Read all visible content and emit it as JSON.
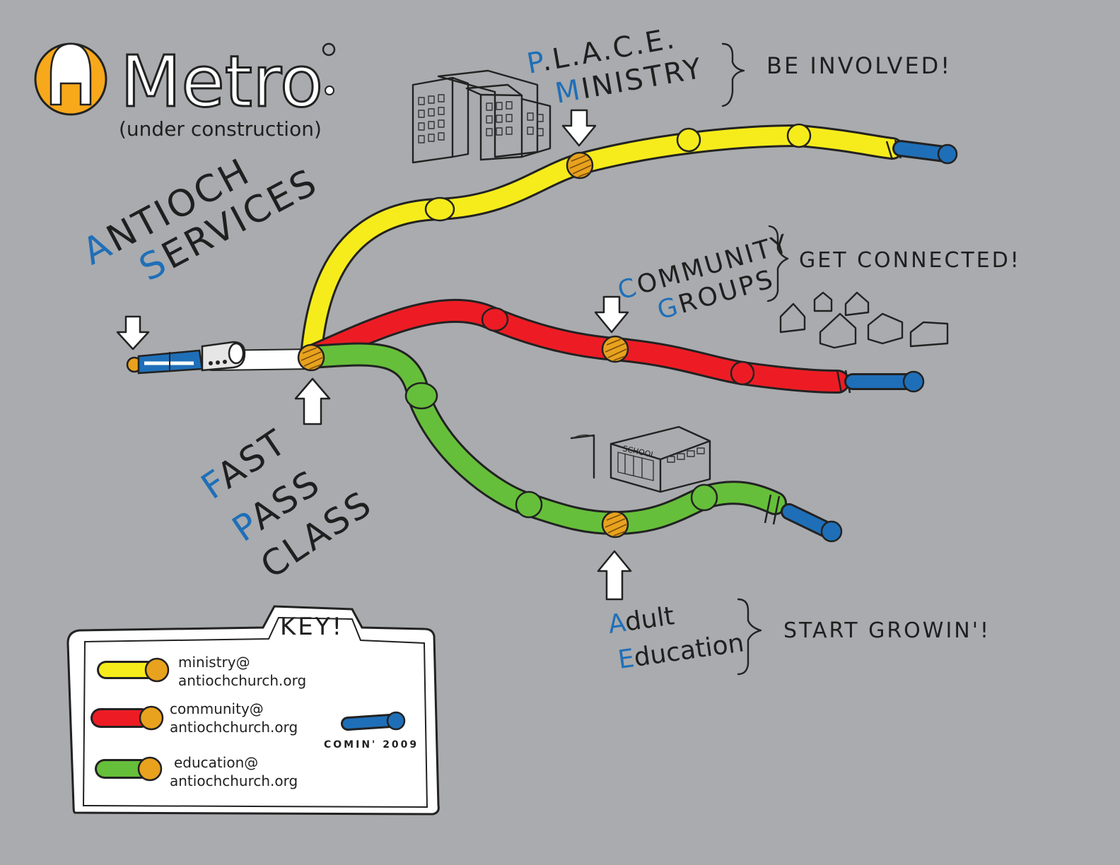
{
  "logo": {
    "letter": "A",
    "name": "Metro",
    "subtitle": "(under construction)"
  },
  "stations": {
    "start": {
      "initial": "A",
      "line1": "NTIOCH",
      "initial2": "S",
      "line2": "ERVICES"
    },
    "fastpass": {
      "i1": "F",
      "w1": "AST",
      "i2": "P",
      "w2": "ASS",
      "i3": "",
      "w3": "CLASS"
    },
    "place": {
      "i1": "P",
      "w1": ".L.A.C.E.",
      "i2": "M",
      "w2": "INISTRY",
      "tagline": "BE INVOLVED!"
    },
    "community": {
      "i1": "C",
      "w1": "OMMUNITY",
      "i2": "G",
      "w2": "ROUPS",
      "tagline": "GET CONNECTED!"
    },
    "education": {
      "i1": "A",
      "w1": "dult",
      "i2": "E",
      "w2": "ducation",
      "tagline": "START GROWIN'!"
    }
  },
  "school_sign": "SCHOOL",
  "key": {
    "title": "KEY!",
    "items": [
      {
        "color": "#f6ec1b",
        "line1": "ministry@",
        "line2": "antiochchurch.org"
      },
      {
        "color": "#ed1c24",
        "line1": "community@",
        "line2": "antiochchurch.org"
      },
      {
        "color": "#66bf3a",
        "line1": "education@",
        "line2": "antiochchurch.org"
      }
    ],
    "coming": {
      "color": "#1f6fb8",
      "label": "COMIN' 2009"
    }
  },
  "colors": {
    "background": "#a9abae",
    "logo": "#f7a81b",
    "station": "#e8a21e",
    "extension": "#1f6fb8"
  }
}
